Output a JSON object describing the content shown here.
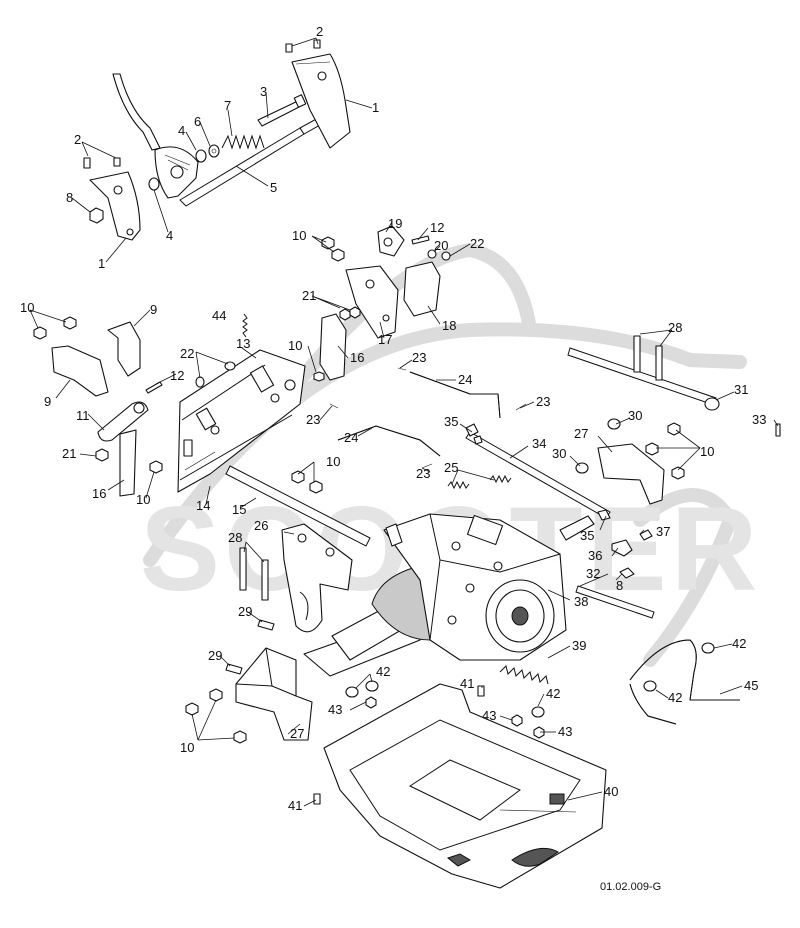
{
  "diagram": {
    "drawing_code": "01.02.009-G",
    "watermark": "SCOOTER",
    "callouts": [
      "1",
      "2",
      "3",
      "4",
      "5",
      "6",
      "7",
      "8",
      "9",
      "10",
      "11",
      "12",
      "13",
      "14",
      "15",
      "16",
      "17",
      "18",
      "19",
      "20",
      "21",
      "22",
      "23",
      "24",
      "25",
      "26",
      "27",
      "28",
      "29",
      "30",
      "31",
      "32",
      "33",
      "34",
      "35",
      "36",
      "37",
      "38",
      "39",
      "40",
      "41",
      "42",
      "43",
      "44",
      "45"
    ]
  }
}
